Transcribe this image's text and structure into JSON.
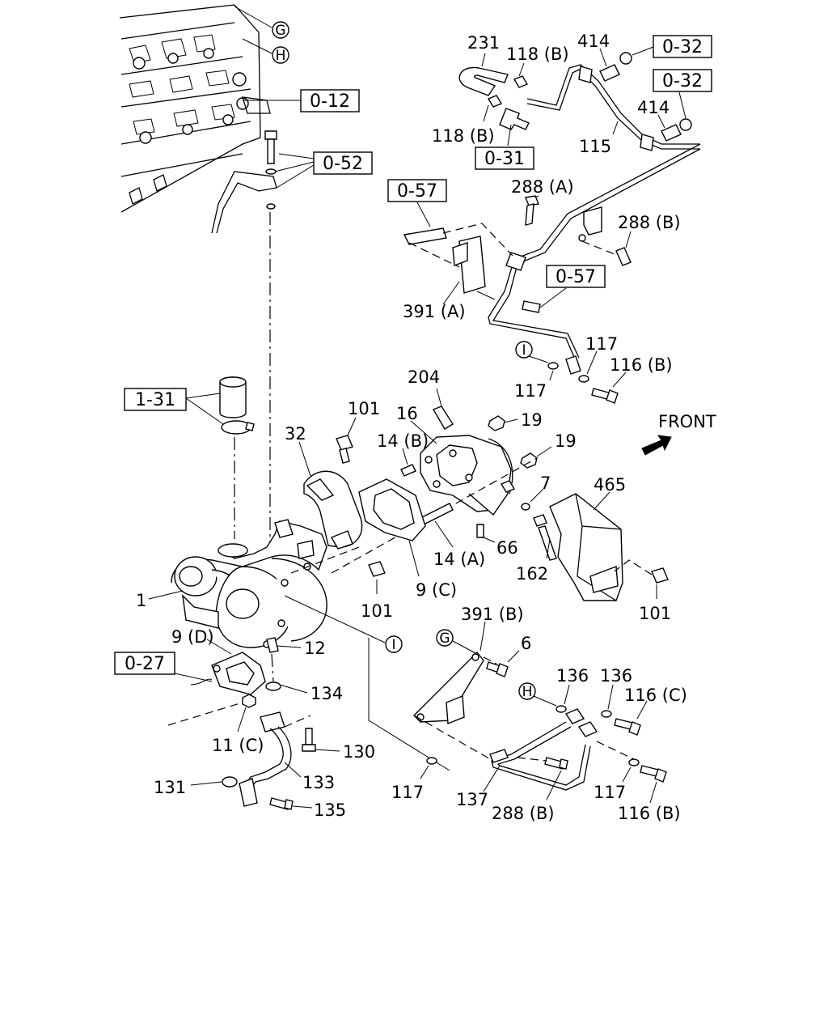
{
  "ref_boxes": {
    "b_0_12": "0-12",
    "b_0_52": "0-52",
    "b_0_32a": "0-32",
    "b_0_32b": "0-32",
    "b_0_31": "0-31",
    "b_0_57a": "0-57",
    "b_0_57b": "0-57",
    "b_1_31": "1-31",
    "b_0_27": "0-27"
  },
  "circle_refs": {
    "g_top": "G",
    "h_top": "H",
    "i_upper": "I",
    "i_mid": "I",
    "g_low": "G",
    "h_low": "H"
  },
  "labels": {
    "p231": "231",
    "p118b_top": "118 (B)",
    "p414_top": "414",
    "p414_mid": "414",
    "p118b_low": "118 (B)",
    "p115": "115",
    "p288a": "288 (A)",
    "p288b_top": "288 (B)",
    "p391a": "391 (A)",
    "p117_a": "117",
    "p116b_top": "116 (B)",
    "p117_b": "117",
    "p204": "204",
    "p101_top": "101",
    "p16": "16",
    "p19_a": "19",
    "p14b": "14 (B)",
    "p19_b": "19",
    "p32": "32",
    "p7": "7",
    "p465": "465",
    "p66": "66",
    "p14a": "14 (A)",
    "p162": "162",
    "p1": "1",
    "p101_mid": "101",
    "p9c": "9 (C)",
    "p101_right": "101",
    "p391b": "391 (B)",
    "p9d": "9 (D)",
    "p12": "12",
    "p6": "6",
    "p136_a": "136",
    "p136_b": "136",
    "p134": "134",
    "p116c": "116 (C)",
    "p11c": "11 (C)",
    "p130": "130",
    "p131": "131",
    "p133": "133",
    "p135": "135",
    "p117_c": "117",
    "p137": "137",
    "p288b_low": "288 (B)",
    "p117_d": "117",
    "p116b_low": "116 (B)"
  },
  "front_label": "FRONT",
  "icons": {
    "front_arrow": "arrow-right-up-icon"
  }
}
